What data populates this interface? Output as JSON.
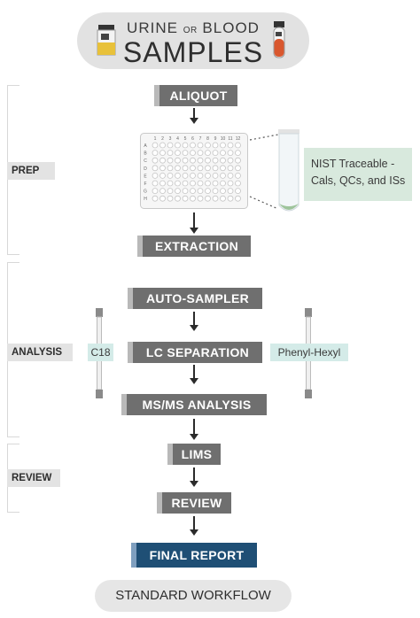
{
  "header": {
    "line1_a": "URINE",
    "line1_or": "OR",
    "line1_b": "BLOOD",
    "line2": "SAMPLES"
  },
  "stages": {
    "prep": "PREP",
    "analysis": "ANALYSIS",
    "review": "REVIEW"
  },
  "steps": {
    "aliquot": "ALIQUOT",
    "extraction": "EXTRACTION",
    "auto_sampler": "AUTO-SAMPLER",
    "lc_separation": "LC SEPARATION",
    "msms_analysis": "MS/MS ANALYSIS",
    "lims": "LIMS",
    "review": "REVIEW",
    "final_report": "FINAL REPORT"
  },
  "plate": {
    "columns": [
      "1",
      "2",
      "3",
      "4",
      "5",
      "6",
      "7",
      "8",
      "9",
      "10",
      "11",
      "12"
    ],
    "rows": [
      "A",
      "B",
      "C",
      "D",
      "E",
      "F",
      "G",
      "H"
    ]
  },
  "columns_tags": {
    "left": "C18",
    "right": "Phenyl-Hexyl"
  },
  "nist": {
    "line1": "NIST Traceable -",
    "line2": "Cals, QCs, and ISs"
  },
  "footer": "STANDARD WORKFLOW",
  "colors": {
    "step_gray": "#6f6f6f",
    "final_blue": "#1f4f75",
    "tag_teal": "#d4ebe8",
    "nist_green": "#d8e9dd",
    "urine_yellow": "#e8c13a",
    "blood_red": "#d9572e"
  }
}
